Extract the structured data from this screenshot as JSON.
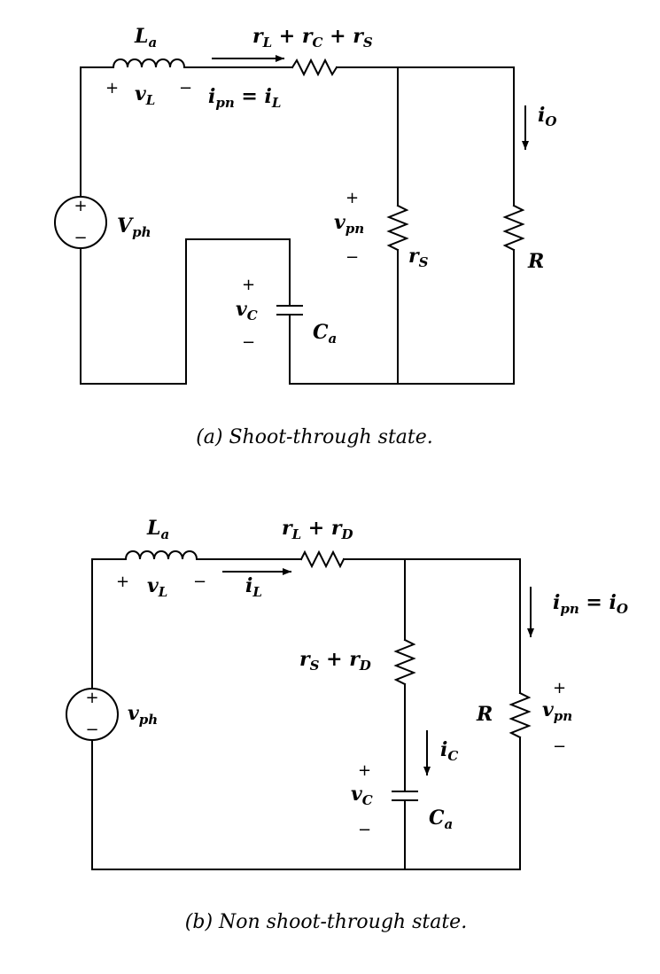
{
  "diagram_a": {
    "caption": "(a) Shoot-through state.",
    "inductor": {
      "sym": "L",
      "sub": "a"
    },
    "series_resistor": {
      "p1": "r",
      "s1": "L",
      "op1": " + ",
      "p2": "r",
      "s2": "C",
      "op2": " + ",
      "p3": "r",
      "s3": "S"
    },
    "v_inductor": {
      "sym": "v",
      "sub": "L"
    },
    "current": {
      "sym": "i",
      "sub": "pn",
      "eq": " = ",
      "sym2": "i",
      "sub2": "L"
    },
    "output_current": {
      "sym": "i",
      "sub": "O"
    },
    "source": {
      "sym": "V",
      "sub": "ph"
    },
    "v_pn": {
      "sym": "v",
      "sub": "pn"
    },
    "shunt_resistor": {
      "sym": "r",
      "sub": "S"
    },
    "load": {
      "sym": "R"
    },
    "v_cap": {
      "sym": "v",
      "sub": "C"
    },
    "capacitor": {
      "sym": "C",
      "sub": "a"
    },
    "plus": "+",
    "minus": "−"
  },
  "diagram_b": {
    "caption": "(b) Non shoot-through state.",
    "inductor": {
      "sym": "L",
      "sub": "a"
    },
    "series_resistor": {
      "p1": "r",
      "s1": "L",
      "op1": " + ",
      "p2": "r",
      "s2": "D"
    },
    "v_inductor": {
      "sym": "v",
      "sub": "L"
    },
    "current": {
      "sym": "i",
      "sub": "L"
    },
    "output_current": {
      "sym": "i",
      "sub": "pn",
      "eq": " = ",
      "sym2": "i",
      "sub2": "O"
    },
    "source": {
      "sym": "v",
      "sub": "ph"
    },
    "branch_resistor": {
      "p1": "r",
      "s1": "S",
      "op1": " + ",
      "p2": "r",
      "s2": "D"
    },
    "cap_current": {
      "sym": "i",
      "sub": "C"
    },
    "v_cap": {
      "sym": "v",
      "sub": "C"
    },
    "capacitor": {
      "sym": "C",
      "sub": "a"
    },
    "load": {
      "sym": "R"
    },
    "v_pn": {
      "sym": "v",
      "sub": "pn"
    },
    "plus": "+",
    "minus": "−"
  }
}
